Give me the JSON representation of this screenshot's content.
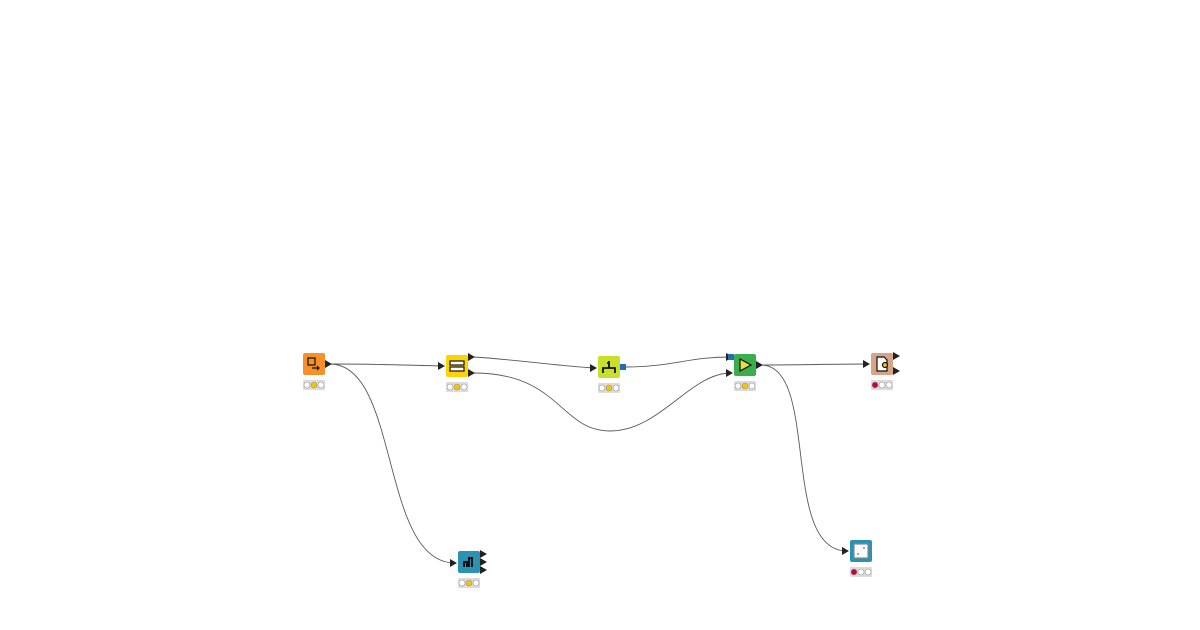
{
  "colors": {
    "edge": "#5a5a5a",
    "port": "#222222",
    "flow_port": "#1f6fb8",
    "status_bg": "#dcdcdc",
    "light_off": "#ffffff",
    "light_yellow": "#f5c400",
    "light_red": "#c8003c"
  },
  "nodes": [
    {
      "id": "n1",
      "icon": "table-reader-icon",
      "color": "#f7902a",
      "status": "yellow"
    },
    {
      "id": "n2",
      "icon": "partitioning-icon",
      "color": "#ffd300",
      "status": "yellow"
    },
    {
      "id": "n3",
      "icon": "learner-icon",
      "color": "#c8e02a",
      "status": "yellow"
    },
    {
      "id": "n4",
      "icon": "predictor-icon",
      "color": "#3aae4a",
      "status": "yellow"
    },
    {
      "id": "n5",
      "icon": "scorer-icon",
      "color": "#d7a485",
      "status": "red"
    },
    {
      "id": "n6",
      "icon": "statistics-icon",
      "color": "#2a93b3",
      "status": "yellow"
    },
    {
      "id": "n7",
      "icon": "scatter-plot-icon",
      "color": "#2a93b3",
      "status": "red"
    }
  ],
  "connections": [
    {
      "from": "n1",
      "to": "n2"
    },
    {
      "from": "n1",
      "to": "n6"
    },
    {
      "from": "n2",
      "to": "n3"
    },
    {
      "from": "n2",
      "to": "n4"
    },
    {
      "from": "n3",
      "to": "n4"
    },
    {
      "from": "n4",
      "to": "n5"
    },
    {
      "from": "n4",
      "to": "n7"
    }
  ]
}
